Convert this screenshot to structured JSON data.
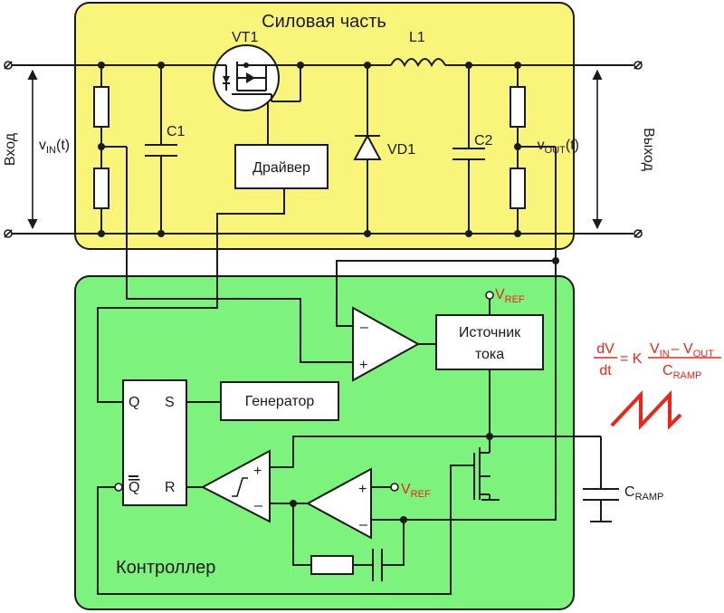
{
  "power_section": {
    "title": "Силовая часть"
  },
  "controller_section": {
    "title": "Контроллер"
  },
  "components": {
    "vt1": "VT1",
    "l1": "L1",
    "c1": "C1",
    "c2": "C2",
    "vd1": "VD1",
    "driver": "Драйвер",
    "current_source_line1": "Источник",
    "current_source_line2": "тока",
    "generator": "Генератор",
    "flipflop_q": "Q",
    "flipflop_s": "S",
    "flipflop_qbar": "Q",
    "flipflop_r": "R"
  },
  "io": {
    "input_label": "Вход",
    "output_label": "Выход",
    "vin_main": "v",
    "vin_sub": "IN",
    "vin_tail": "(t)",
    "vout_main": "v",
    "vout_sub": "OUT",
    "vout_tail": "(t)"
  },
  "references": {
    "vref_main": "V",
    "vref_sub": "REF"
  },
  "ramp_cap": {
    "main": "C",
    "sub": "RAMP"
  },
  "formula": {
    "lhs_num": "dV",
    "lhs_den": "dt",
    "eq": "= K",
    "num_v1": "V",
    "num_v1_sub": "IN",
    "num_minus": "– V",
    "num_v2_sub": "OUT",
    "den_main": "C",
    "den_sub": "RAMP"
  },
  "colors": {
    "power_bg": "#f9f57a",
    "controller_bg": "#7df27d",
    "accent_red": "#e8261c",
    "wire": "#1a1a1a"
  }
}
